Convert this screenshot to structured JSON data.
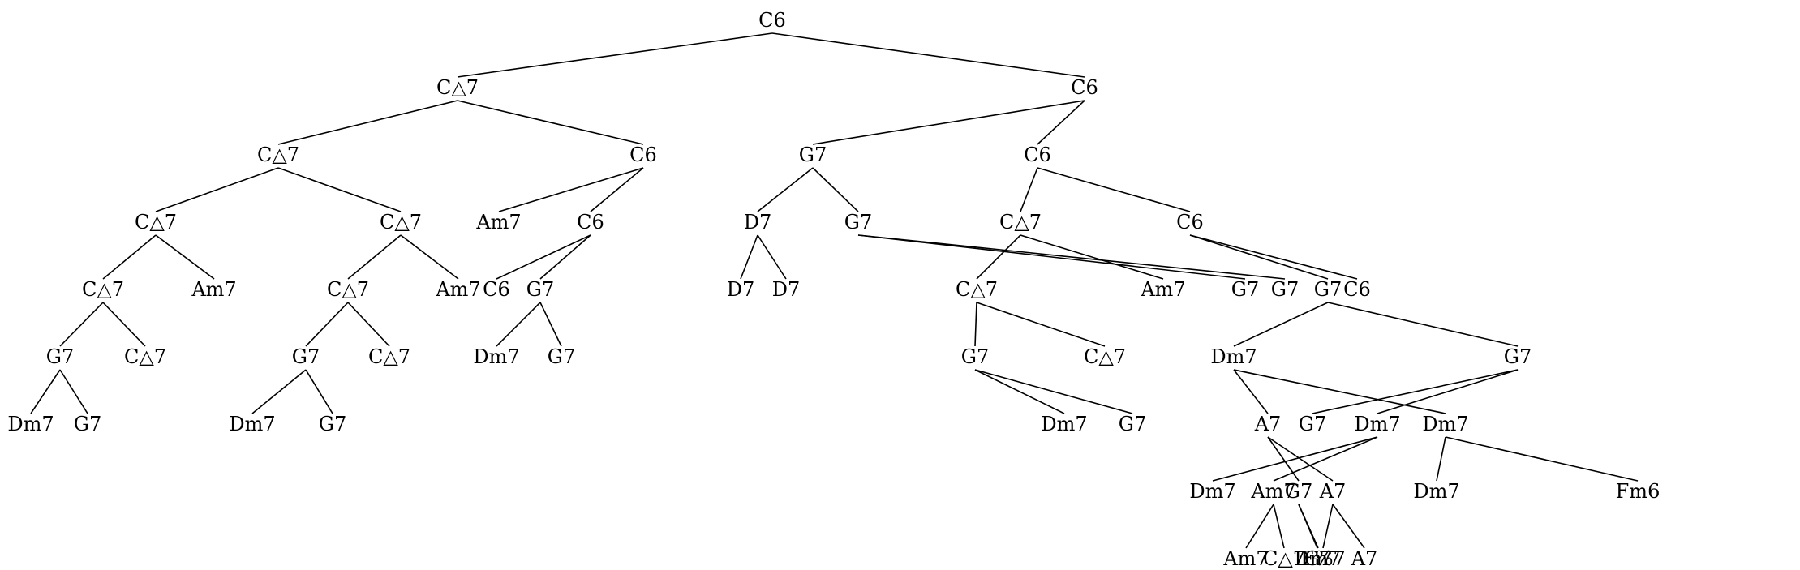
{
  "diagram": {
    "type": "tree",
    "line_color": "#000000",
    "text_color": "#000000",
    "root": {
      "label": "C6",
      "children": [
        {
          "label": "C△7",
          "children": [
            {
              "label": "C△7",
              "children": [
                {
                  "label": "C△7",
                  "children": [
                    {
                      "label": "C△7",
                      "children": [
                        {
                          "label": "G7",
                          "children": [
                            {
                              "label": "Dm7"
                            },
                            {
                              "label": "G7"
                            }
                          ]
                        },
                        {
                          "label": "C△7"
                        }
                      ]
                    },
                    {
                      "label": "Am7"
                    }
                  ]
                },
                {
                  "label": "C△7",
                  "children": [
                    {
                      "label": "C△7",
                      "children": [
                        {
                          "label": "G7",
                          "children": [
                            {
                              "label": "Dm7"
                            },
                            {
                              "label": "G7"
                            }
                          ]
                        },
                        {
                          "label": "C△7"
                        }
                      ]
                    },
                    {
                      "label": "Am7"
                    }
                  ]
                }
              ]
            },
            {
              "label": "C6",
              "children": [
                {
                  "label": "C6",
                  "children": [
                    {
                      "label": "G7",
                      "children": [
                        {
                          "label": "Dm7"
                        },
                        {
                          "label": "G7"
                        }
                      ]
                    },
                    {
                      "label": "C6"
                    }
                  ]
                },
                {
                  "label": "Am7"
                }
              ]
            }
          ]
        },
        {
          "label": "C6",
          "children": [
            {
              "label": "G7",
              "children": [
                {
                  "label": "D7",
                  "children": [
                    {
                      "label": "D7"
                    },
                    {
                      "label": "D7"
                    }
                  ]
                },
                {
                  "label": "G7",
                  "children": [
                    {
                      "label": "G7"
                    },
                    {
                      "label": "G7"
                    }
                  ]
                }
              ]
            },
            {
              "label": "C6",
              "children": [
                {
                  "label": "C△7",
                  "children": [
                    {
                      "label": "C△7",
                      "children": [
                        {
                          "label": "G7",
                          "children": [
                            {
                              "label": "Dm7"
                            },
                            {
                              "label": "G7"
                            }
                          ]
                        },
                        {
                          "label": "C△7"
                        }
                      ]
                    },
                    {
                      "label": "Am7"
                    }
                  ]
                },
                {
                  "label": "C6",
                  "children": [
                    {
                      "label": "G7",
                      "children": [
                        {
                          "label": "Dm7",
                          "children": [
                            {
                              "label": "A7",
                              "children": [
                                {
                                  "label": "G7",
                                  "children": [
                                    {
                                      "label": "Dm7"
                                    },
                                    {
                                      "label": "G7"
                                    }
                                  ]
                                },
                                {
                                  "label": "A7",
                                  "children": [
                                    {
                                      "label": "E%7"
                                    },
                                    {
                                      "label": "A7"
                                    }
                                  ]
                                }
                              ]
                            },
                            {
                              "label": "Dm7",
                              "children": [
                                {
                                  "label": "Dm7"
                                },
                                {
                                  "label": "Fm6"
                                }
                              ]
                            }
                          ]
                        },
                        {
                          "label": "G7",
                          "children": [
                            {
                              "label": "Dm7",
                              "children": [
                                {
                                  "label": "Am7",
                                  "children": [
                                    {
                                      "label": "C△7"
                                    },
                                    {
                                      "label": "Am7"
                                    }
                                  ]
                                },
                                {
                                  "label": "Dm7"
                                }
                              ]
                            },
                            {
                              "label": "G7"
                            }
                          ]
                        }
                      ]
                    },
                    {
                      "label": "C6"
                    }
                  ]
                }
              ]
            }
          ]
        }
      ]
    }
  }
}
